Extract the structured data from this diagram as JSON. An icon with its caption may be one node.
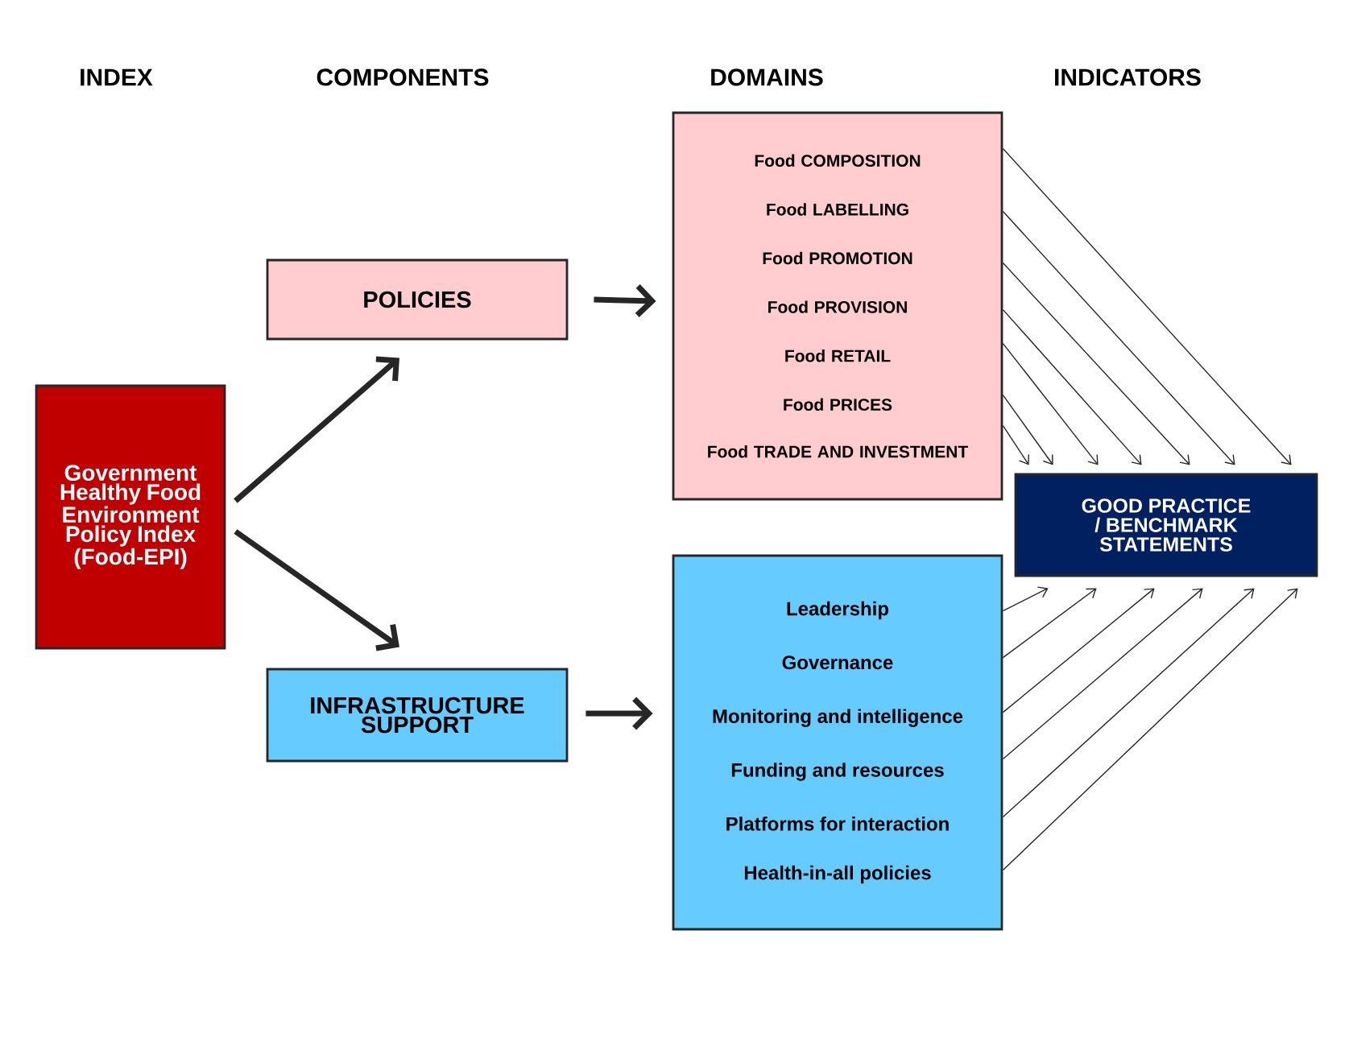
{
  "diagram": {
    "nodes": [
      {
        "text": [
          "Government Healthy Food Environment Policy Index (Food-EPI)"
        ]
      },
      {
        "text": [
          "POLICIES"
        ]
      },
      {
        "text": [
          "INFRASTRUCTURE SUPPORT"
        ]
      },
      {
        "text": [
          "Food COMPOSITION",
          "Food LABELLING",
          "Food PROMOTION",
          "Food PROVISION",
          "Food RETAIL",
          "Food PRICES",
          "Food TRADE AND INVESTMENT"
        ]
      },
      {
        "text": [
          "Leadership",
          "Governance",
          "Monitoring and intelligence",
          "Funding and resources",
          "Platforms for interaction",
          "Health-in-all policies"
        ]
      },
      {
        "text": [
          "GOOD PRACTICE / BENCHMARK STATEMENTS"
        ]
      }
    ],
    "edges": [
      {
        "from": 0,
        "to": 1,
        "arrow": "to",
        "style": "thick"
      },
      {
        "from": 0,
        "to": 2,
        "arrow": "to",
        "style": "thick"
      },
      {
        "from": 1,
        "to": 3,
        "arrow": "to",
        "style": "thick"
      },
      {
        "from": 2,
        "to": 4,
        "arrow": "to",
        "style": "thick"
      },
      {
        "from": 3,
        "to": 5,
        "arrow": "to"
      },
      {
        "from": 3,
        "to": 5,
        "arrow": "to"
      },
      {
        "from": 3,
        "to": 5,
        "arrow": "to"
      },
      {
        "from": 3,
        "to": 5,
        "arrow": "to"
      },
      {
        "from": 3,
        "to": 5,
        "arrow": "to"
      },
      {
        "from": 3,
        "to": 5,
        "arrow": "to"
      },
      {
        "from": 3,
        "to": 5,
        "arrow": "to"
      },
      {
        "from": 4,
        "to": 5,
        "arrow": "to"
      },
      {
        "from": 4,
        "to": 5,
        "arrow": "to"
      },
      {
        "from": 4,
        "to": 5,
        "arrow": "to"
      },
      {
        "from": 4,
        "to": 5,
        "arrow": "to"
      },
      {
        "from": 4,
        "to": 5,
        "arrow": "to"
      },
      {
        "from": 4,
        "to": 5,
        "arrow": "to"
      }
    ],
    "labels": [
      "INDEX",
      "COMPONENTS",
      "DOMAINS",
      "INDICATORS"
    ]
  }
}
